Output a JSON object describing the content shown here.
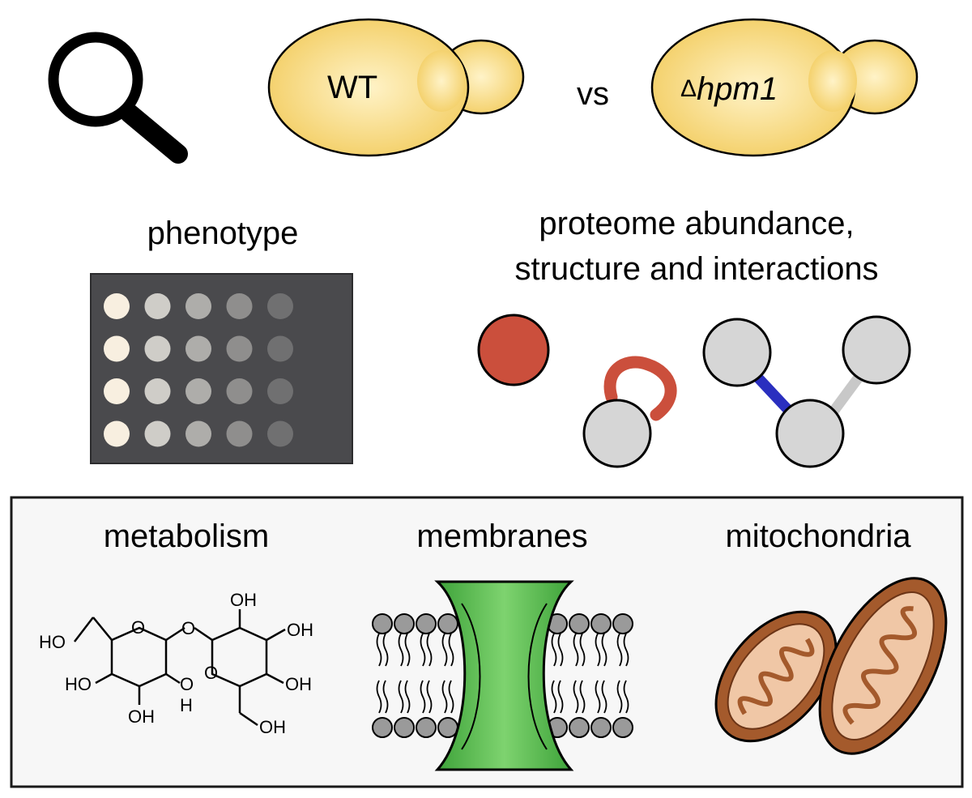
{
  "header": {
    "wt_label": "WT",
    "vs_label": "vs",
    "mutant_prefix": "Δ",
    "mutant_gene": "hpm1"
  },
  "phenotype": {
    "title": "phenotype",
    "plate": {
      "rows": 4,
      "dilution_colors": [
        "#f8efe0",
        "#cfcdc8",
        "#aeadaa",
        "#8f8e8d",
        "#707071"
      ],
      "background": "#4a4a4d"
    }
  },
  "proteome": {
    "title_line1": "proteome abundance,",
    "title_line2": "structure and interactions",
    "colors": {
      "abundance": "#cb4f3c",
      "structure_loop": "#cb4f3c",
      "node": "#d6d6d6",
      "interaction_strong": "#2a2fbf",
      "interaction_weak": "#c8c8c8"
    }
  },
  "categories": {
    "metabolism": {
      "title": "metabolism",
      "atoms": {
        "ho_left": "HO",
        "ring_o1": "O",
        "bridge_o": "O",
        "oh_top": "OH",
        "oh_right": "OH",
        "ring_o2": "O",
        "ho_lower_left": "HO",
        "o_mid": "O",
        "h_mid": "H",
        "oh_lower_right": "OH",
        "oh_bottom": "OH",
        "oh_bottom_right": "OH"
      }
    },
    "membranes": {
      "title": "membranes",
      "channel_color": "#4cb548",
      "lipid_head": "#9a9a9a"
    },
    "mitochondria": {
      "title": "mitochondria",
      "outer": "#a45a2c",
      "inner": "#f0c7a6"
    }
  }
}
